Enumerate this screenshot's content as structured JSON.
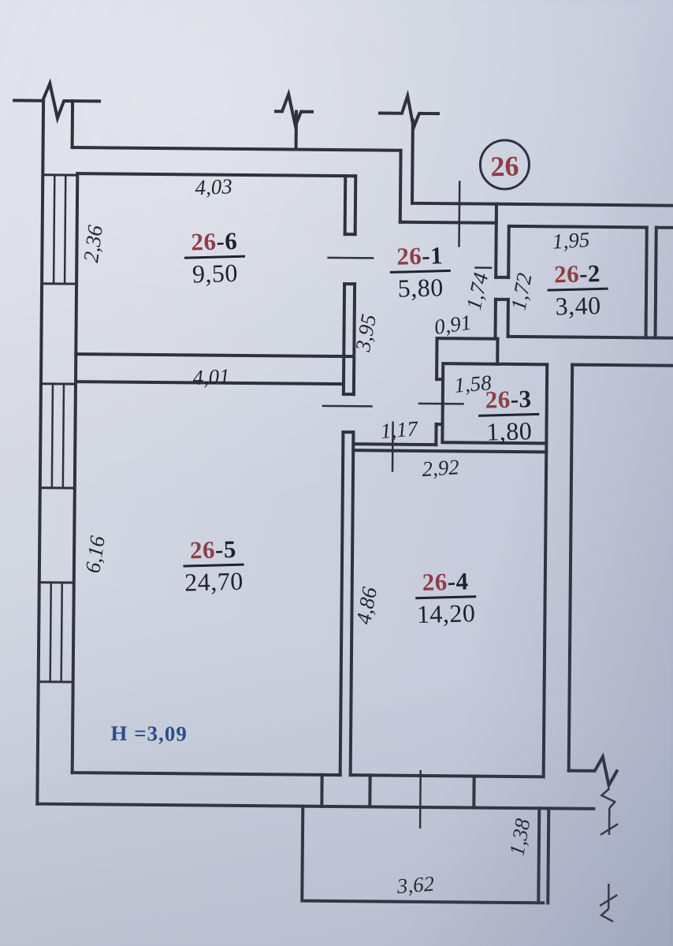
{
  "plan": {
    "unit_circle": "26",
    "height_note": "H =3,09",
    "rooms": [
      {
        "unit": "26",
        "suffix": "-1",
        "area": "5,80"
      },
      {
        "unit": "26",
        "suffix": "-2",
        "area": "3,40"
      },
      {
        "unit": "26",
        "suffix": "-3",
        "area": "1,80"
      },
      {
        "unit": "26",
        "suffix": "-4",
        "area": "14,20"
      },
      {
        "unit": "26",
        "suffix": "-5",
        "area": "24,70"
      },
      {
        "unit": "26",
        "suffix": "-6",
        "area": "9,50"
      }
    ],
    "dims": {
      "d403": "4,03",
      "d236": "2,36",
      "d395": "3,95",
      "d091": "0,91",
      "d174": "1,74",
      "d172": "1,72",
      "d195": "1,95",
      "d158": "1,58",
      "d117": "1,17",
      "d292": "2,92",
      "d401": "4,01",
      "d616": "6,16",
      "d486": "4,86",
      "d362": "3,62",
      "d138": "1,38"
    },
    "colors": {
      "line": "#20222f",
      "room_number_red": "#8d3f45",
      "height_note_blue": "#2a4b8d",
      "paper": "#ccd2df"
    }
  }
}
